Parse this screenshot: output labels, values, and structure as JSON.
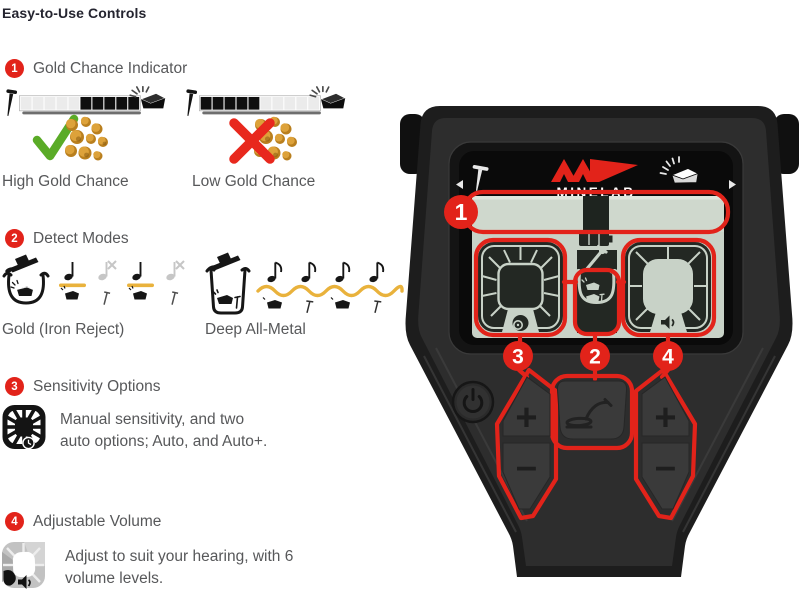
{
  "header": {
    "title": "Easy-to-Use Controls"
  },
  "colors": {
    "accent_red": "#e2231a",
    "gold_yellow": "#e9b23c",
    "lcd_green": "#c8d2c7",
    "check_green": "#5aab27",
    "body_text_gray": "#57585a"
  },
  "sections": {
    "gold_chance": {
      "badge": "1",
      "title": "Gold Chance Indicator",
      "high_label": "High Gold Chance",
      "low_label": "Low Gold Chance"
    },
    "detect_modes": {
      "badge": "2",
      "title": "Detect Modes",
      "mode_gold_label": "Gold (Iron Reject)",
      "mode_deep_label": "Deep All-Metal"
    },
    "sensitivity": {
      "badge": "3",
      "title": "Sensitivity Options",
      "desc_line1": "Manual sensitivity, and two",
      "desc_line2": "auto options; Auto, and Auto+."
    },
    "volume": {
      "badge": "4",
      "title": "Adjustable Volume",
      "desc_line1": "Adjust to suit your hearing, with 6",
      "desc_line2": "volume levels."
    }
  },
  "detector": {
    "brand": "MINELAB",
    "callouts": {
      "gold_chance": "1",
      "detect_mode": "2",
      "sensitivity": "3",
      "volume": "4"
    },
    "buttons": {
      "sensitivity_plus": "+",
      "sensitivity_minus": "–",
      "volume_plus": "+",
      "volume_minus": "–"
    }
  },
  "icons": {
    "check": "✓",
    "cross": "✕",
    "note": "♪",
    "arrow_left": "◄",
    "arrow_right": "►",
    "nail": "ferrous-target",
    "gold_bar": "gold-target"
  }
}
